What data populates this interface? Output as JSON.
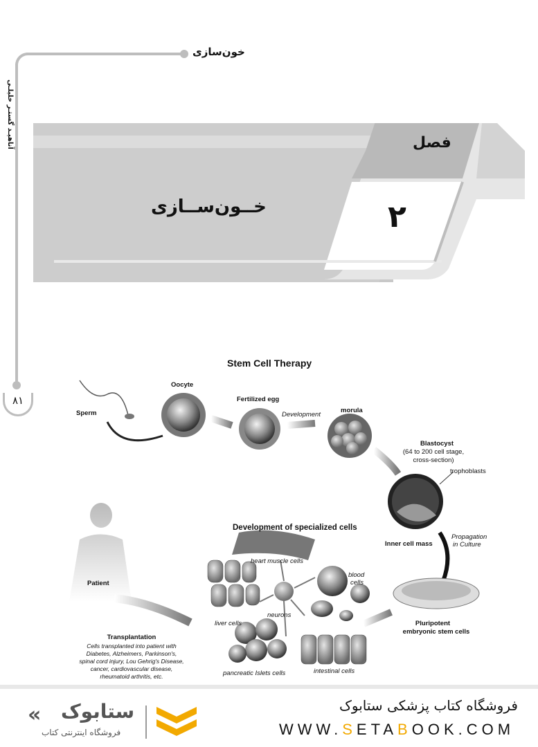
{
  "header": {
    "running_head": "خون‌سازی",
    "side_author": "آناهیـد گستـر خلیلـی",
    "page_number": "۸۱"
  },
  "chapter": {
    "word": "فصل",
    "number": "۲",
    "title": "خــون‌ســازی"
  },
  "figure": {
    "title": "Stem Cell Therapy",
    "labels": {
      "sperm": "Sperm",
      "oocyte": "Oocyte",
      "fertilized_egg": "Fertilized egg",
      "development": "Development",
      "morula": "morula",
      "blastocyst": "Blastocyst",
      "blastocyst_note1": "(64 to 200 cell stage,",
      "blastocyst_note2": "cross-section)",
      "trophoblasts": "trophoblasts",
      "inner_cell_mass": "Inner cell mass",
      "propagation1": "Propagation",
      "propagation2": "in Culture",
      "specialized": "Development of specialized cells",
      "heart": "heart muscle cells",
      "blood1": "blood",
      "blood2": "cells",
      "neurons": "neurons",
      "liver": "liver cells",
      "pancreatic": "pancreatic Islets cells",
      "intestinal": "intestinal cells",
      "pluri1": "Pluripotent",
      "pluri2": "embryonic stem cells",
      "patient": "Patient",
      "transplantation": "Transplantation",
      "trans1": "Cells transplanted into patient with",
      "trans2": "Diabetes, Alzheimers, Parkinson's,",
      "trans3": "spinal cord injury, Lou Gehrig's Disease,",
      "trans4": "cancer, cardiovascular disease,",
      "trans5": "rheumatoid arthritis, etc."
    }
  },
  "footer": {
    "brand_text": "فروشگاه کتاب پزشکی ستابوک",
    "url_prefix": "WWW.",
    "url_s": "S",
    "url_mid": "ETA",
    "url_b": "B",
    "url_end": "OOK.COM",
    "logo_name": "ستابوک",
    "logo_sub": "فروشگاه اینترنتی کتاب",
    "accent": "#f2a900"
  }
}
